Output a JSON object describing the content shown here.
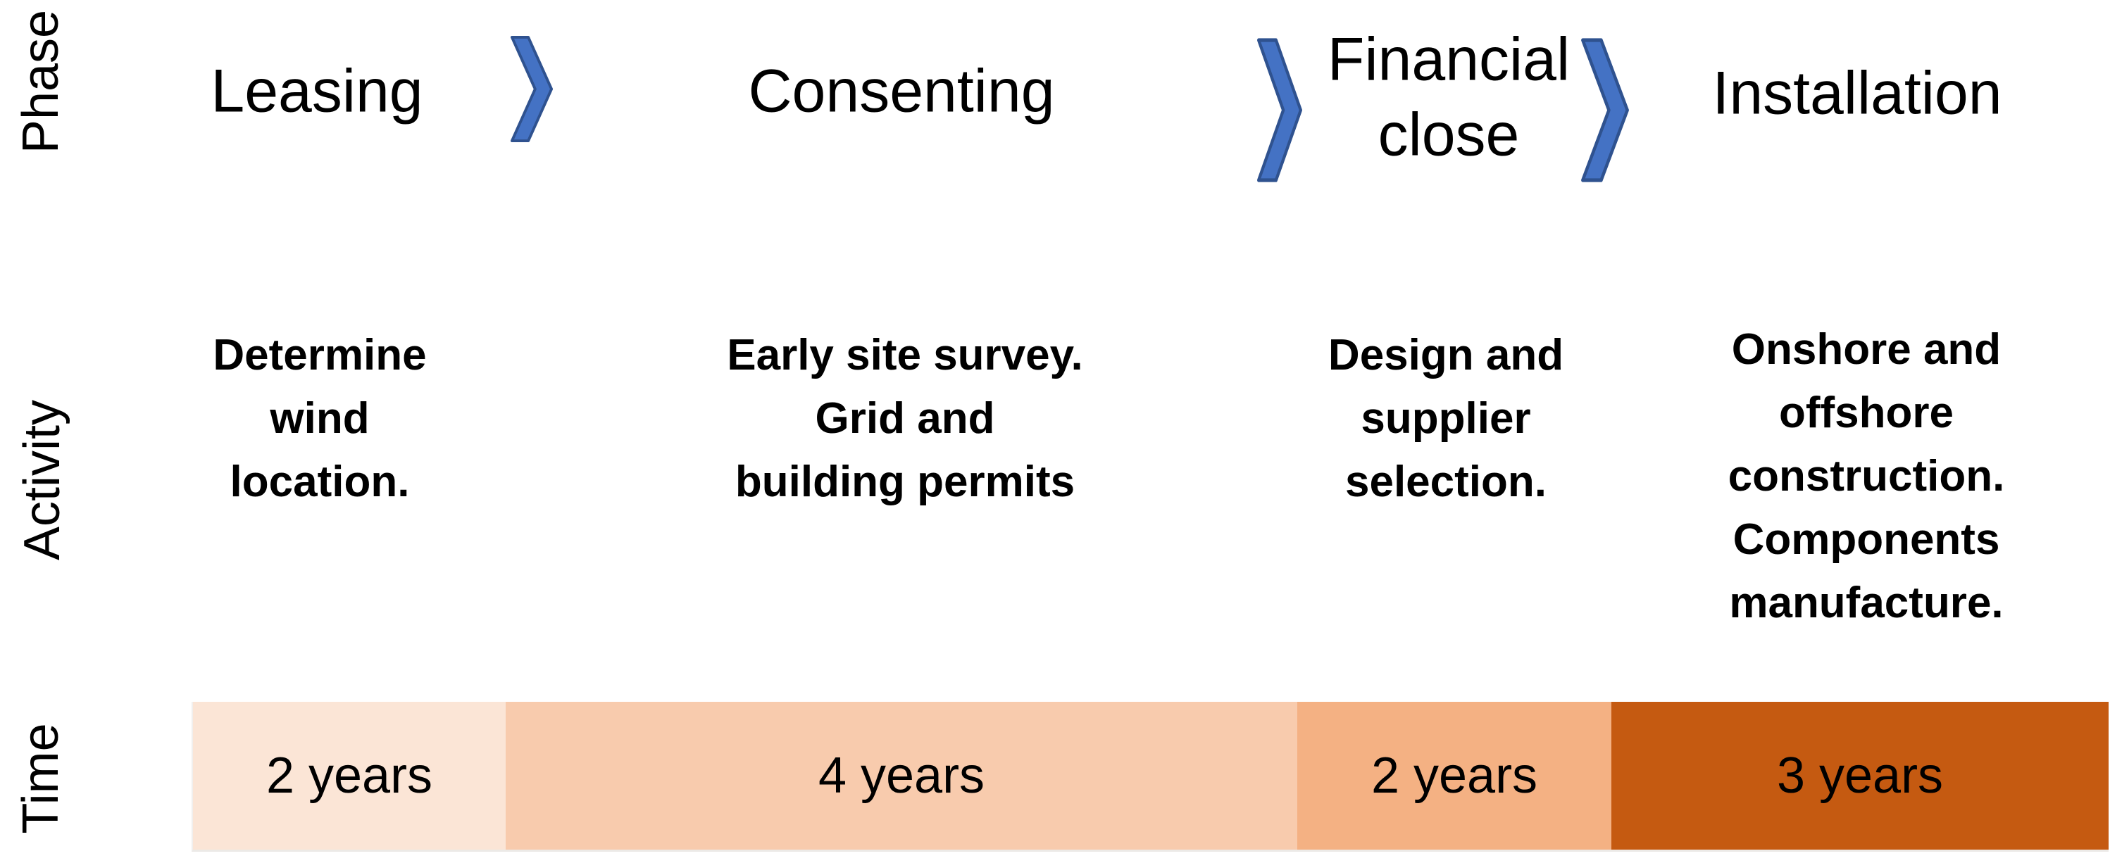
{
  "row_labels": {
    "phase": "Phase",
    "activity": "Activity",
    "time": "Time"
  },
  "phases": [
    {
      "name": "Leasing",
      "lines": [
        "Leasing"
      ],
      "activity_lines": [
        "Determine",
        "wind",
        "location."
      ],
      "duration": "2 years",
      "duration_years": 2,
      "color": "#fbe5d6"
    },
    {
      "name": "Consenting",
      "lines": [
        "Consenting"
      ],
      "activity_lines": [
        "Early site survey.",
        "Grid and",
        "building permits"
      ],
      "duration": "4 years",
      "duration_years": 4,
      "color": "#f8cbad"
    },
    {
      "name": "Financial close",
      "lines": [
        "Financial",
        "close"
      ],
      "activity_lines": [
        "Design and",
        "supplier",
        "selection."
      ],
      "duration": "2 years",
      "duration_years": 2,
      "color": "#f4b183"
    },
    {
      "name": "Installation",
      "lines": [
        "Installation"
      ],
      "activity_lines": [
        "Onshore and",
        "offshore",
        "construction.",
        "Components",
        "manufacture."
      ],
      "duration": "3 years",
      "duration_years": 3,
      "color": "#c55a11"
    }
  ],
  "colors": {
    "background": "#ffffff",
    "text": "#000000",
    "chevron_fill": "#4472c4",
    "chevron_stroke": "#2f528f"
  }
}
